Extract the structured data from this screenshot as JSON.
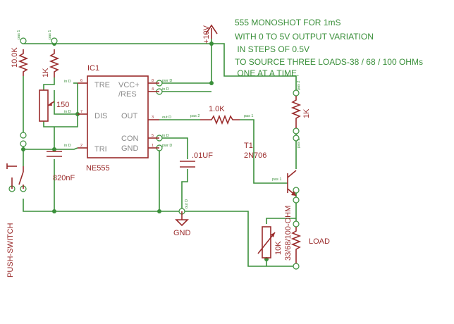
{
  "note": [
    "555 MONOSHOT FOR 1mS",
    "WITH 0 TO 5V OUTPUT VARIATION",
    " IN STEPS OF 0.5V",
    "TO SOURCE THREE LOADS-38 / 68 / 100 OHMs",
    " ONE AT A TIME."
  ],
  "ic": {
    "ref": "IC1",
    "part": "NE555",
    "pins_left": [
      "TRE",
      "DIS",
      "TRI"
    ],
    "pins_right": [
      "VCC+",
      "/RES",
      "OUT",
      "CON",
      "GND"
    ],
    "pin_numbers": [
      "6",
      "7",
      "2",
      "8",
      "4",
      "3",
      "5",
      "1"
    ]
  },
  "parts": {
    "r1": "10.0K",
    "r2": "1K",
    "pot1": "150",
    "c1": "820nF",
    "r3": "1.0K",
    "c2": ".01UF",
    "r4": "1K",
    "t1_ref": "T1",
    "t1_part": "2N706",
    "pot2": "10K",
    "load_range": "33/68/100-OHM",
    "load": "LOAD",
    "switch": "PUSH-SWITCH",
    "supply": "+10V",
    "ground": "GND"
  },
  "pins": {
    "in": "in D",
    "out": "out D",
    "pwr": "pwr D",
    "pas1": "pas 1",
    "pas2": "pas 2"
  }
}
